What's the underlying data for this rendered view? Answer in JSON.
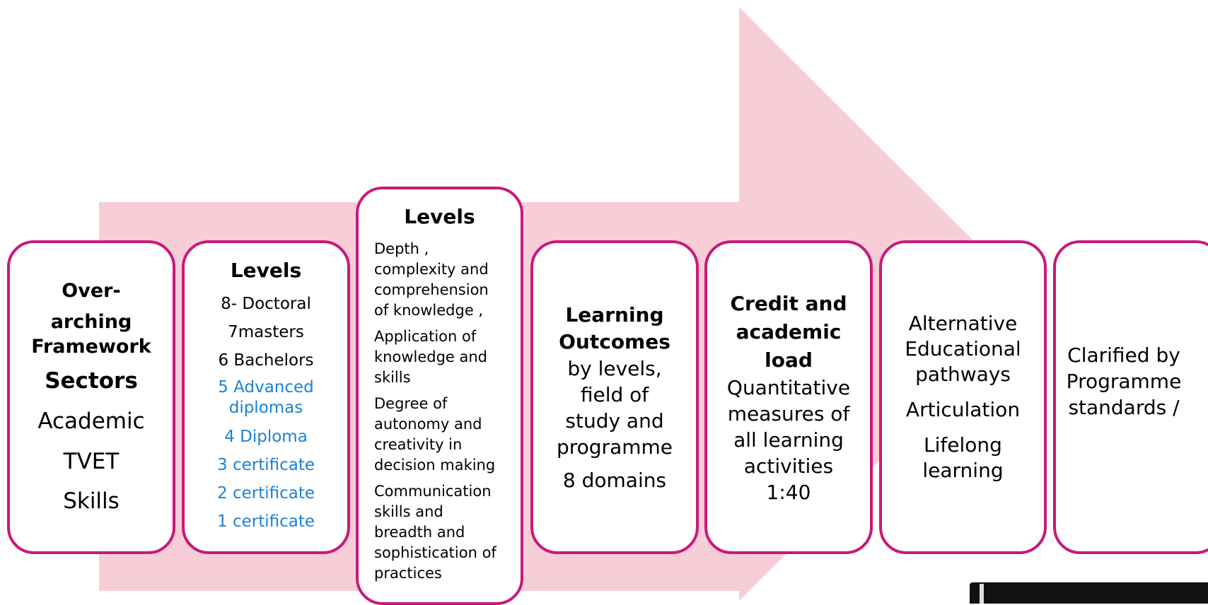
{
  "colors": {
    "arrow_fill": "#f7cdd8",
    "card_border": "#c9197a",
    "highlight_text": "#1a82d6"
  },
  "cards": [
    {
      "lines": [
        "Over-",
        "arching",
        "Framework",
        "Sectors",
        "Academic",
        "TVET",
        "Skills"
      ]
    },
    {
      "title": "Levels",
      "items": [
        "8- Doctoral",
        "7masters",
        "6 Bachelors",
        "5 Advanced diplomas",
        "4 Diploma",
        "3 certificate",
        "2 certificate",
        "1 certificate"
      ]
    },
    {
      "title": "Levels",
      "items": [
        "Depth ,\ncomplexity and\ncomprehension\nof knowledge ,",
        "Application of\nknowledge and\nskills",
        "Degree of\nautonomy and\ncreativity  in\ndecision making",
        "Communication\nskills  and\nbreadth and\nsophistication of\npractices"
      ]
    },
    {
      "lines": [
        "Learning",
        "Outcomes",
        "by levels,",
        "field of",
        "study and",
        "programme",
        "8 domains"
      ]
    },
    {
      "lines": [
        "Credit and",
        "academic",
        "load",
        "Quantitative",
        "measures of",
        "all learning",
        "activities",
        "1:40"
      ]
    },
    {
      "lines": [
        "Alternative",
        "Educational",
        "pathways",
        "Articulation",
        "Lifelong",
        "learning"
      ]
    },
    {
      "lines": [
        "Clarified by",
        "Programme",
        "standards /"
      ]
    }
  ]
}
